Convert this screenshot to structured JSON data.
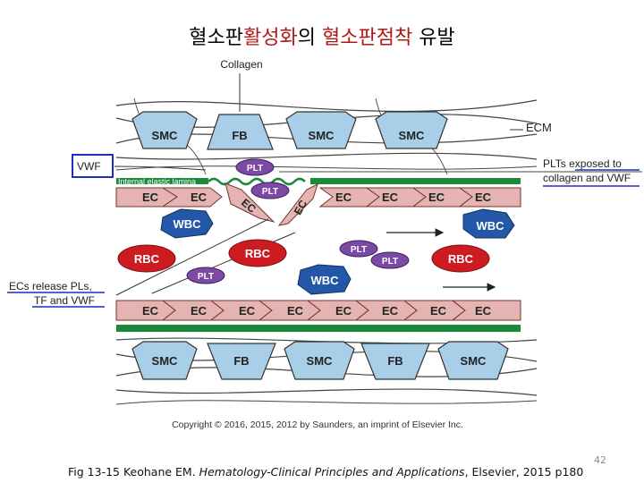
{
  "title": {
    "part1": "혈소판",
    "part2": "활성화",
    "part3": "의 ",
    "part4": "혈소판점착",
    "part5": " 유발"
  },
  "labels": {
    "collagen": "Collagen",
    "ecm": "ECM",
    "vwf": "VWF",
    "plts_exposed": "PLTs exposed to",
    "collagen_and_vwf": "collagen and VWF",
    "ecs_release_1": "ECs release PLs,",
    "ecs_release_2": "TF and VWF",
    "internal_elastic_lamina": "Internal elastic lamina",
    "copyright": "Copyright © 2016, 2015, 2012 by Saunders, an imprint of Elsevier Inc."
  },
  "cells": {
    "smc": "SMC",
    "fb": "FB",
    "ec": "EC",
    "plt": "PLT",
    "wbc": "WBC",
    "rbc": "RBC"
  },
  "page_number": "42",
  "caption": {
    "prefix": "Fig 13-15 Keohane EM. ",
    "book": "Hematology-Clinical Principles and Applications",
    "suffix": ", Elsevier, 2015 p180"
  },
  "colors": {
    "smc_fill": "#a9cfe8",
    "ec_fill": "#e3b4b2",
    "lamina": "#1a8a3a",
    "plt": "#7a4aa4",
    "wbc": "#2457a8",
    "rbc": "#cc1c22",
    "highlight_box": "#1d2fbd",
    "title_red": "#b01818"
  }
}
